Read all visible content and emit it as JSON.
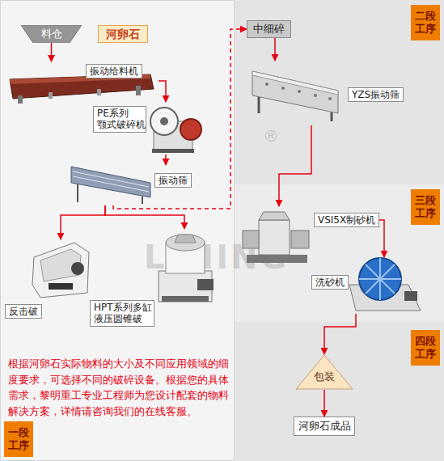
{
  "diagram": {
    "nodes": [
      {
        "text": [
          "一段 工序"
        ]
      },
      {
        "text": [
          "料仓"
        ],
        "in": 0
      },
      {
        "text": [
          "河卵石"
        ],
        "in": 0
      },
      {
        "text": [
          "振动给料机"
        ],
        "in": 0
      },
      {
        "text": [
          "PE系列 颚式破碎机"
        ],
        "in": 0
      },
      {
        "text": [
          "振动筛"
        ],
        "in": 0
      },
      {
        "text": [
          "反击破"
        ],
        "in": 0
      },
      {
        "text": [
          "HPT系列多缸 液压圆锥破"
        ],
        "in": 0
      },
      {
        "text": [
          "二段 工序"
        ]
      },
      {
        "text": [
          "中细碎"
        ],
        "in": 8
      },
      {
        "text": [
          "YZS振动筛"
        ],
        "in": 8
      },
      {
        "text": [
          "三段 工序"
        ]
      },
      {
        "text": [
          "VSI5X制砂机"
        ],
        "in": 11
      },
      {
        "text": [
          "洗砂机"
        ],
        "in": 11
      },
      {
        "text": [
          "四段 工序"
        ]
      },
      {
        "text": [
          "包装"
        ],
        "in": 14
      },
      {
        "text": [
          "河卵石成品"
        ],
        "in": 14
      }
    ],
    "edges": [
      {
        "from": 1,
        "to": 3,
        "arrow": "to"
      },
      {
        "from": 3,
        "to": 4,
        "arrow": "to"
      },
      {
        "from": 4,
        "to": 5,
        "arrow": "to"
      },
      {
        "from": 5,
        "to": 6,
        "arrow": "to"
      },
      {
        "from": 5,
        "to": 7,
        "arrow": "to"
      },
      {
        "from": 5,
        "to": 9,
        "arrow": "to"
      },
      {
        "from": 9,
        "to": 10,
        "arrow": "to"
      },
      {
        "from": 10,
        "to": 12,
        "arrow": "to"
      },
      {
        "from": 12,
        "to": 13,
        "arrow": "to"
      },
      {
        "from": 13,
        "to": 15,
        "arrow": "to"
      },
      {
        "from": 15,
        "to": 16,
        "arrow": "to"
      }
    ],
    "labels": [
      "根据河卵石实际物料的大小及不同应用领域的细度要求，可选择不同的破碎设备。根据您的具体需求，黎明重工专业工程师为您设计配套的物料解决方案，详情请咨询我们的在线客服。",
      "LIMING",
      "®"
    ]
  }
}
